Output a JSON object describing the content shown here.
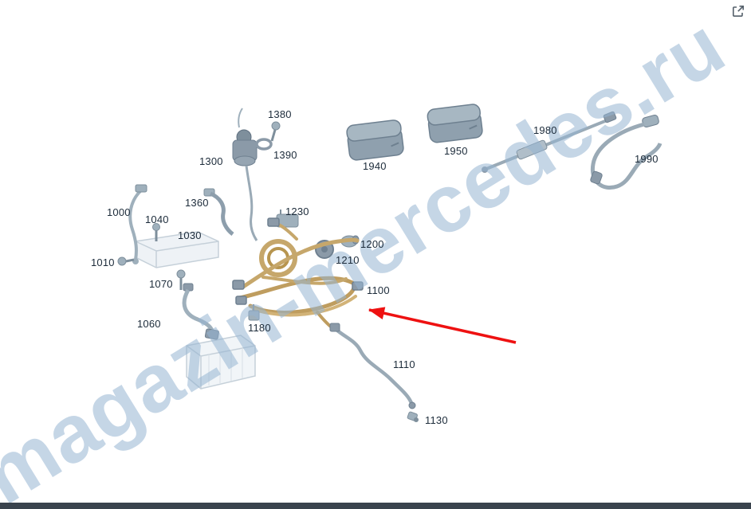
{
  "page": {
    "watermark_text": "magazin-mercedes.ru",
    "watermark_color": "#9ab5d1",
    "background": "#ffffff"
  },
  "icons": {
    "external_link": "external-link-icon"
  },
  "diagram": {
    "type": "exploded-parts-diagram",
    "label_color": "#1c2b3a",
    "highlight_arrow": {
      "color": "#ee1111",
      "points_to_label": "1100"
    },
    "parts": [
      {
        "label": "1380"
      },
      {
        "label": "1390"
      },
      {
        "label": "1300"
      },
      {
        "label": "1940"
      },
      {
        "label": "1950"
      },
      {
        "label": "1980"
      },
      {
        "label": "1990"
      },
      {
        "label": "1360"
      },
      {
        "label": "1000"
      },
      {
        "label": "1040"
      },
      {
        "label": "1230"
      },
      {
        "label": "1030"
      },
      {
        "label": "1200"
      },
      {
        "label": "1010"
      },
      {
        "label": "1210"
      },
      {
        "label": "1070"
      },
      {
        "label": "1100"
      },
      {
        "label": "1060"
      },
      {
        "label": "1180"
      },
      {
        "label": "1110"
      },
      {
        "label": "1130"
      }
    ]
  }
}
